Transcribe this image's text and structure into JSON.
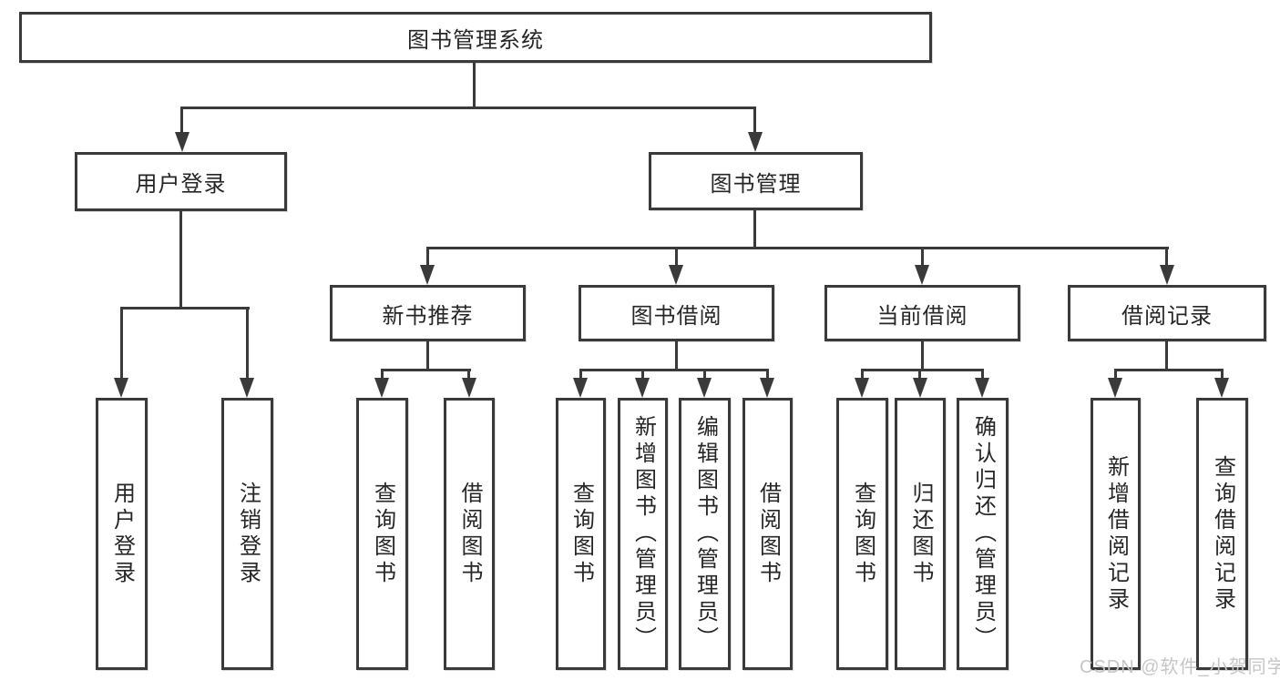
{
  "diagram": {
    "root": {
      "label": "图书管理系统"
    },
    "level2": [
      {
        "id": "user-login",
        "label": "用户登录"
      },
      {
        "id": "book-management",
        "label": "图书管理"
      }
    ],
    "level3": [
      {
        "id": "new-book-recommend",
        "label": "新书推荐"
      },
      {
        "id": "book-borrow",
        "label": "图书借阅"
      },
      {
        "id": "current-borrow",
        "label": "当前借阅"
      },
      {
        "id": "borrow-record",
        "label": "借阅记录"
      }
    ],
    "leaves": {
      "user_login": [
        {
          "label": "用户登录"
        },
        {
          "label": "注销登录"
        }
      ],
      "new_book_recommend": [
        {
          "label": "查询图书"
        },
        {
          "label": "借阅图书"
        }
      ],
      "book_borrow": [
        {
          "label": "查询图书"
        },
        {
          "label": "新增图书（管理员）"
        },
        {
          "label": "编辑图书（管理员）"
        },
        {
          "label": "借阅图书"
        }
      ],
      "current_borrow": [
        {
          "label": "查询图书"
        },
        {
          "label": "归还图书"
        },
        {
          "label": "确认归还（管理员）"
        }
      ],
      "borrow_record": [
        {
          "label": "新增借阅记录"
        },
        {
          "label": "查询借阅记录"
        }
      ]
    }
  },
  "watermark": {
    "text": "CSDN @软件_小贺同学"
  },
  "colors": {
    "line": "#3a3a3a",
    "border": "#3a3a3a",
    "text": "#262626",
    "background": "#ffffff",
    "watermark": "#c6c6c6"
  }
}
